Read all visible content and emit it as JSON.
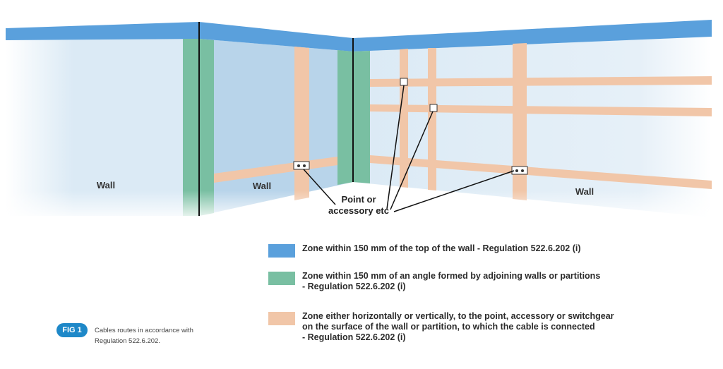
{
  "colors": {
    "top_zone": "#5aa0dc",
    "angle_zone": "#79bfa2",
    "route_zone": "#f1c6a8",
    "wall_fill": "#dbeaf5",
    "wall_fill_dark": "#b8d4ea",
    "badge": "#1e88c8"
  },
  "walls": [
    {
      "label": "Wall"
    },
    {
      "label": "Wall"
    },
    {
      "label": "Wall"
    }
  ],
  "callout": {
    "line1": "Point or",
    "line2": "accessory etc"
  },
  "legend": [
    {
      "icon": "blue-swatch",
      "lines": [
        "Zone within 150 mm of the top of the wall - Regulation 522.6.202 (i)"
      ]
    },
    {
      "icon": "green-swatch",
      "lines": [
        "Zone within 150 mm of an angle formed by adjoining walls or partitions",
        "- Regulation 522.6.202 (i)"
      ]
    },
    {
      "icon": "peach-swatch",
      "lines": [
        "Zone either horizontally or vertically, to the point, accessory or switchgear",
        "on the surface of the wall or partition, to which the cable is connected",
        "- Regulation 522.6.202 (i)"
      ]
    }
  ],
  "figure": {
    "badge": "FIG 1",
    "caption_lines": [
      "Cables routes in accordance with",
      "Regulation 522.6.202."
    ]
  }
}
